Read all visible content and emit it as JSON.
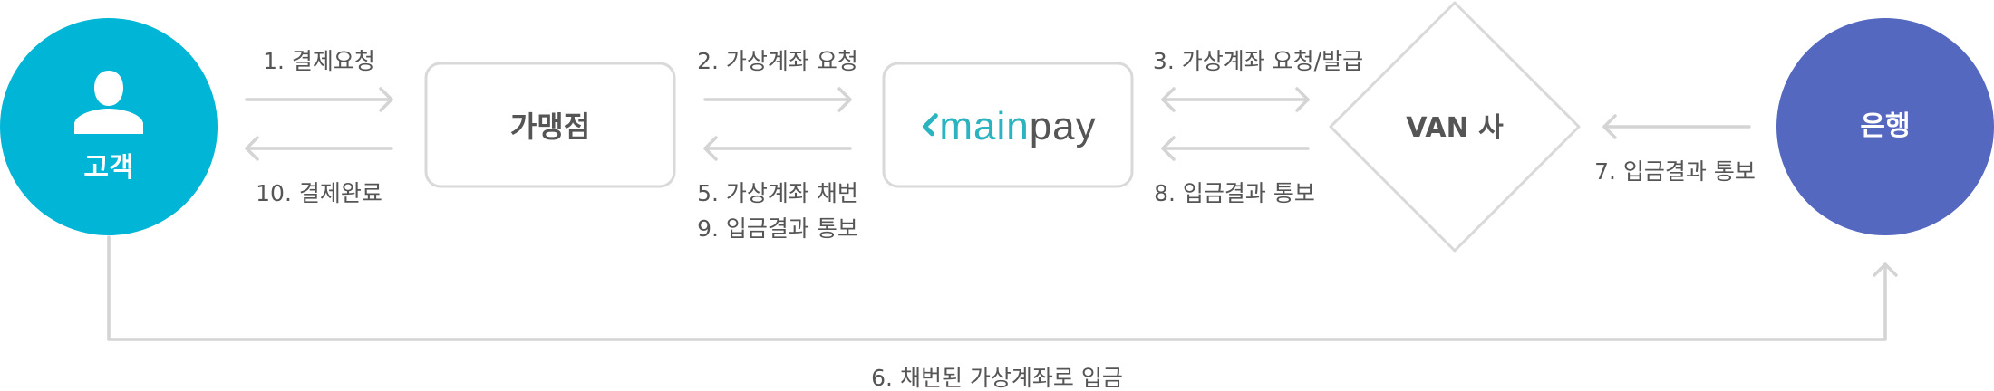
{
  "nodes": {
    "customer": {
      "label": "고객",
      "color": "#00b5d6"
    },
    "merchant": {
      "label": "가맹점"
    },
    "mainpay": {
      "logo_main": "main",
      "logo_pay": "pay"
    },
    "van": {
      "label": "VAN 사"
    },
    "bank": {
      "label": "은행",
      "color": "#5568c0"
    }
  },
  "steps": {
    "s1": "1. 결제요청",
    "s10": "10. 결제완료",
    "s2": "2. 가상계좌 요청",
    "s5": "5. 가상계좌 채번",
    "s9": "9. 입금결과 통보",
    "s3": "3. 가상계좌 요청/발급",
    "s8": "8. 입금결과 통보",
    "s7": "7. 입금결과 통보",
    "s6": "6. 채번된 가상계좌로 입금"
  },
  "icons": {
    "customer": "person-icon"
  }
}
